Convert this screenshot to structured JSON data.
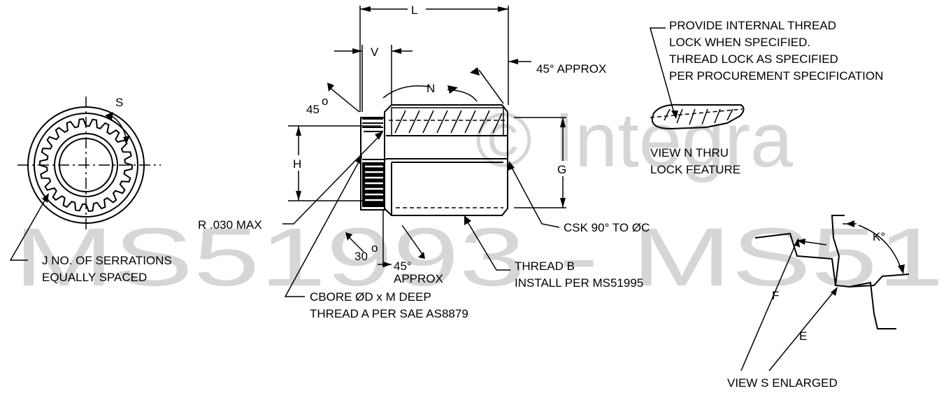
{
  "watermark": {
    "copyright": "© Integra",
    "part_range": "MS51993 - MS51"
  },
  "labels": {
    "dim_L": "L",
    "dim_V": "V",
    "dim_N": "N",
    "angle_45_top": "45° APPROX",
    "angle_45_left": "45",
    "degree_symbol": "o",
    "dim_H": "H",
    "dim_G": "G",
    "view_s_marker": "S",
    "radius_note": "R .030 MAX",
    "csk_note": "CSK 90°  TO ØC",
    "angle_30": "30",
    "angle_45_bottom_1": "45°",
    "angle_45_bottom_2": "APPROX",
    "thread_b_1": "THREAD B",
    "thread_b_2": "INSTALL PER MS51995",
    "cbore_1": "CBORE ØD x M DEEP",
    "cbore_2": "THREAD A PER SAE AS8879",
    "serrations_1": "J NO. OF SERRATIONS",
    "serrations_2": "EQUALLY SPACED",
    "lock_note_1": "PROVIDE INTERNAL THREAD",
    "lock_note_2": "LOCK WHEN SPECIFIED.",
    "lock_note_3": "THREAD LOCK AS SPECIFIED",
    "lock_note_4": "PER PROCUREMENT SPECIFICATION",
    "view_n_1": "VIEW N THRU",
    "view_n_2": "LOCK FEATURE",
    "dim_K": "K°",
    "dim_F": "F",
    "dim_E": "E",
    "view_s_title": "VIEW S ENLARGED"
  }
}
